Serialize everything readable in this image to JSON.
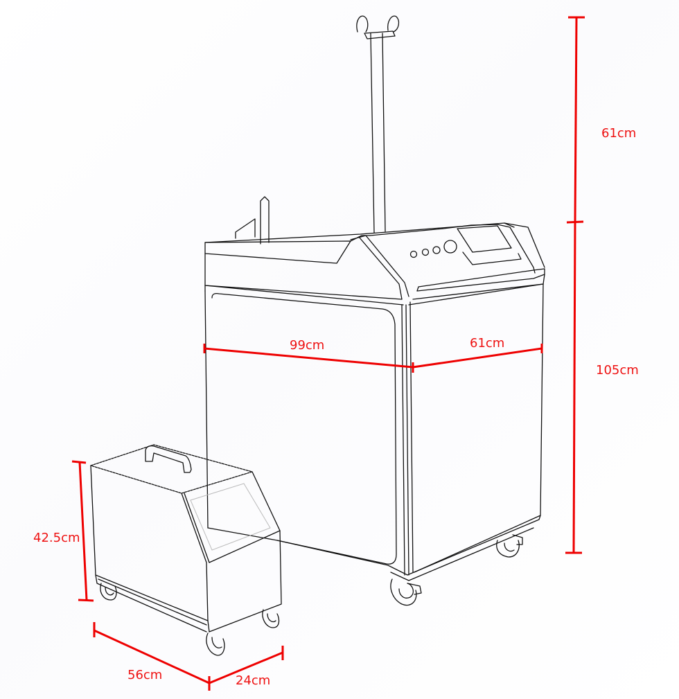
{
  "diagram": {
    "subject": "handheld laser welding machine with separate wire feeder",
    "accent_color": "#ee0000",
    "main_unit": {
      "dimensions": {
        "pole_height": "61cm",
        "body_height": "105cm",
        "length": "99cm",
        "width": "61cm"
      },
      "control_panel": {
        "buttons": 4,
        "has_screen": true
      }
    },
    "wire_feeder": {
      "dimensions": {
        "height": "42.5cm",
        "length": "56cm",
        "width": "24cm"
      }
    }
  }
}
